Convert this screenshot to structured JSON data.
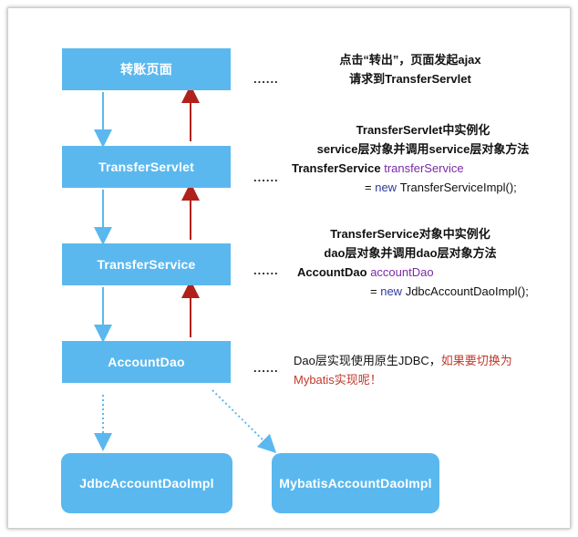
{
  "boxes": {
    "transfer_page": "转账页面",
    "transfer_servlet": "TransferServlet",
    "transfer_service": "TransferService",
    "account_dao": "AccountDao",
    "jdbc_impl": "JdbcAccountDaoImpl",
    "mybatis_impl": "MybatisAccountDaoImpl"
  },
  "ellipsis": "......",
  "annotations": {
    "page": {
      "line1": "点击“转出”，页面发起ajax",
      "line2": "请求到TransferServlet"
    },
    "servlet": {
      "line1": "TransferServlet中实例化",
      "line2": "service层对象并调用service层对象方法",
      "code_type": "TransferService",
      "code_var": "transferService",
      "code_eq": "= ",
      "code_new": "new",
      "code_impl": "TransferServiceImpl();"
    },
    "service": {
      "line1": "TransferService对象中实例化",
      "line2": "dao层对象并调用dao层对象方法",
      "code_type": "AccountDao",
      "code_var": "accountDao",
      "code_eq": "= ",
      "code_new": "new",
      "code_impl": "JdbcAccountDaoImpl();"
    },
    "dao": {
      "black": "Dao层实现使用原生JDBC，",
      "red1": "如果要切换为",
      "red2": "Mybatis实现呢！"
    }
  },
  "colors": {
    "box": "#5bb8ee",
    "down_arrow": "#5bb8ee",
    "up_arrow": "#b0211c",
    "keyword": "#2f3a9c",
    "variable": "#7a2aa8",
    "highlight": "#c0392b"
  }
}
